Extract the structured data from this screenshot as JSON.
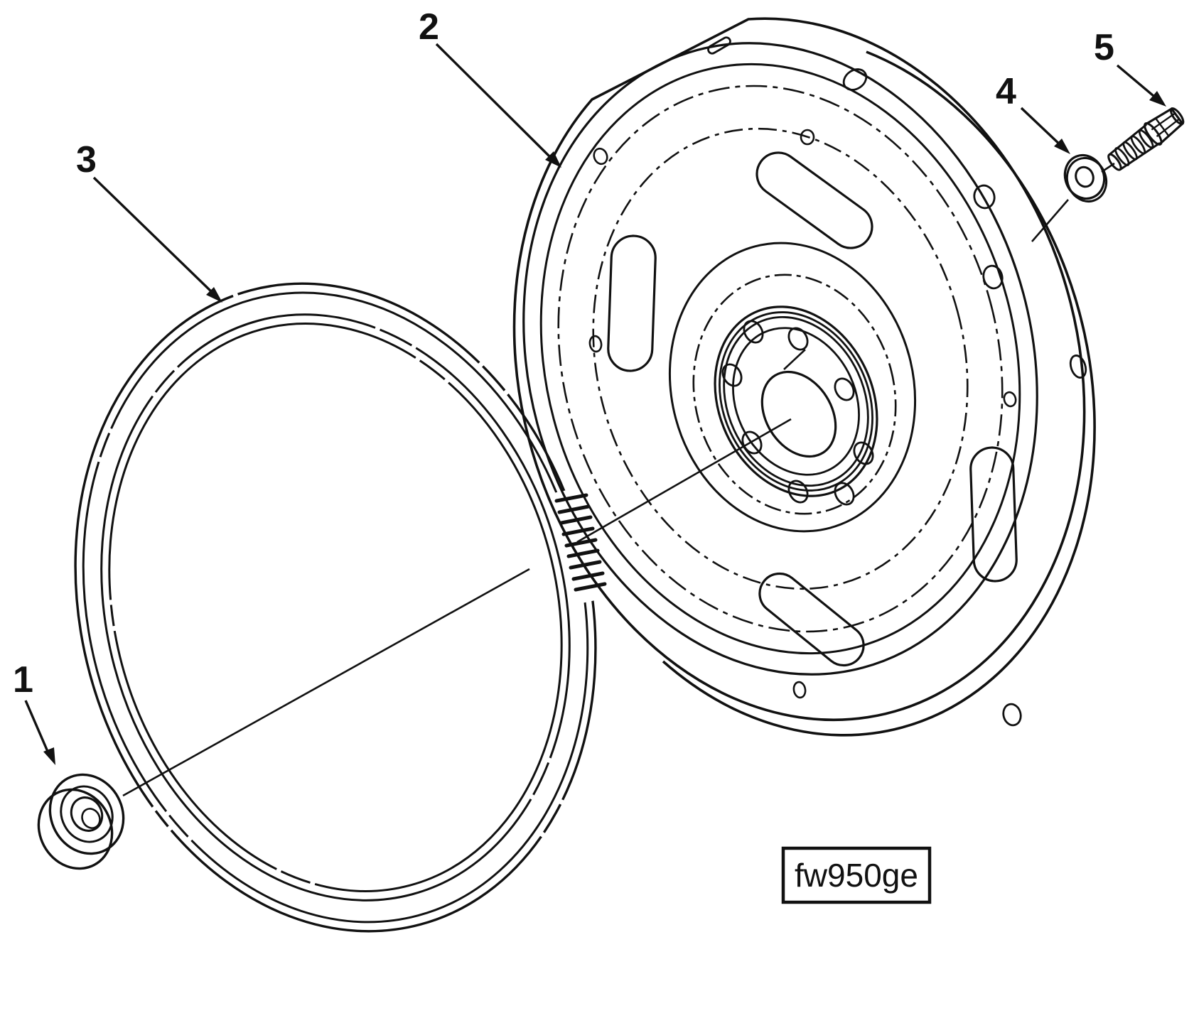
{
  "figure": {
    "code": "fw950ge",
    "callouts": [
      {
        "label": "1"
      },
      {
        "label": "2"
      },
      {
        "label": "3"
      },
      {
        "label": "4"
      },
      {
        "label": "5"
      }
    ],
    "colors": {
      "line": "#111111",
      "background": "#ffffff"
    }
  }
}
